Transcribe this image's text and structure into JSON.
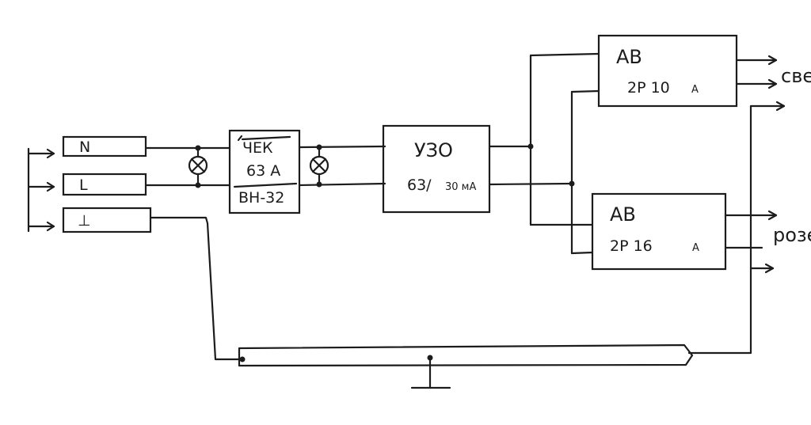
{
  "diagram": {
    "input_terminals": [
      {
        "label": "N"
      },
      {
        "label": "L"
      },
      {
        "label": "⊥"
      }
    ],
    "main_switch": {
      "line1": "ЧЕК",
      "line2": "63 А",
      "line3": "ВН-32"
    },
    "rcd": {
      "line1": "УЗО",
      "line2_main": "63/",
      "line2_sub": "30 мА"
    },
    "breaker_lighting": {
      "line1": "АВ",
      "line2_main": "2Р  10",
      "line2_sub": "А"
    },
    "breaker_sockets": {
      "line1": "АВ",
      "line2_main": "2Р  16",
      "line2_sub": "А"
    },
    "outputs": {
      "lighting_label": "свет",
      "sockets_label": "розе"
    }
  }
}
